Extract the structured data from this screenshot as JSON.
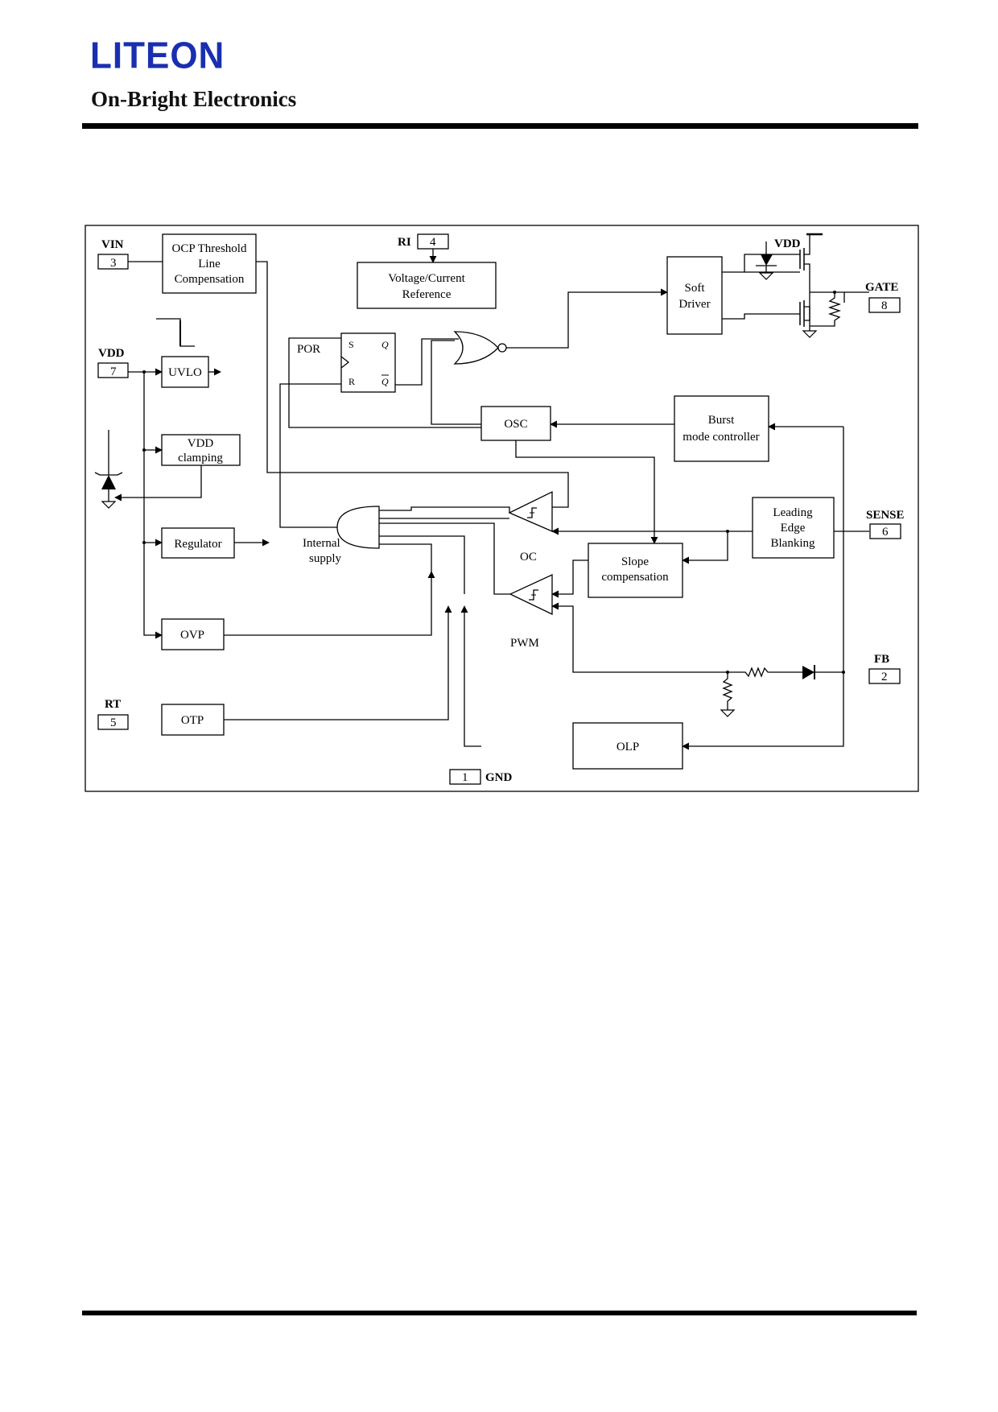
{
  "header": {
    "logo_text": "LITEON",
    "company": "On-Bright Electronics",
    "brand_color": "#1a2fb0"
  },
  "diagram": {
    "blocks": {
      "ocp_line1": "OCP Threshold",
      "ocp_line2": "Line",
      "ocp_line3": "Compensation",
      "vref_line1": "Voltage/Current",
      "vref_line2": "Reference",
      "soft_line1": "Soft",
      "soft_line2": "Driver",
      "uvlo": "UVLO",
      "vddclamp_line1": "VDD",
      "vddclamp_line2": "clamping",
      "regulator": "Regulator",
      "ovp": "OVP",
      "otp": "OTP",
      "osc": "OSC",
      "burst_line1": "Burst",
      "burst_line2": "mode controller",
      "leb_line1": "Leading",
      "leb_line2": "Edge",
      "leb_line3": "Blanking",
      "slope_line1": "Slope",
      "slope_line2": "compensation",
      "olp": "OLP"
    },
    "labels": {
      "por": "POR",
      "internal_line1": "Internal",
      "internal_line2": "supply",
      "oc": "OC",
      "pwm": "PWM",
      "vdd_top": "VDD",
      "ff_s": "S",
      "ff_r": "R",
      "ff_q": "Q",
      "ff_qbar": "Q"
    },
    "pins": [
      {
        "name": "VIN",
        "number": "3"
      },
      {
        "name": "RI",
        "number": "4"
      },
      {
        "name": "VDD",
        "number": "7"
      },
      {
        "name": "GATE",
        "number": "8"
      },
      {
        "name": "SENSE",
        "number": "6"
      },
      {
        "name": "FB",
        "number": "2"
      },
      {
        "name": "RT",
        "number": "5"
      },
      {
        "name": "GND",
        "number": "1"
      }
    ]
  }
}
